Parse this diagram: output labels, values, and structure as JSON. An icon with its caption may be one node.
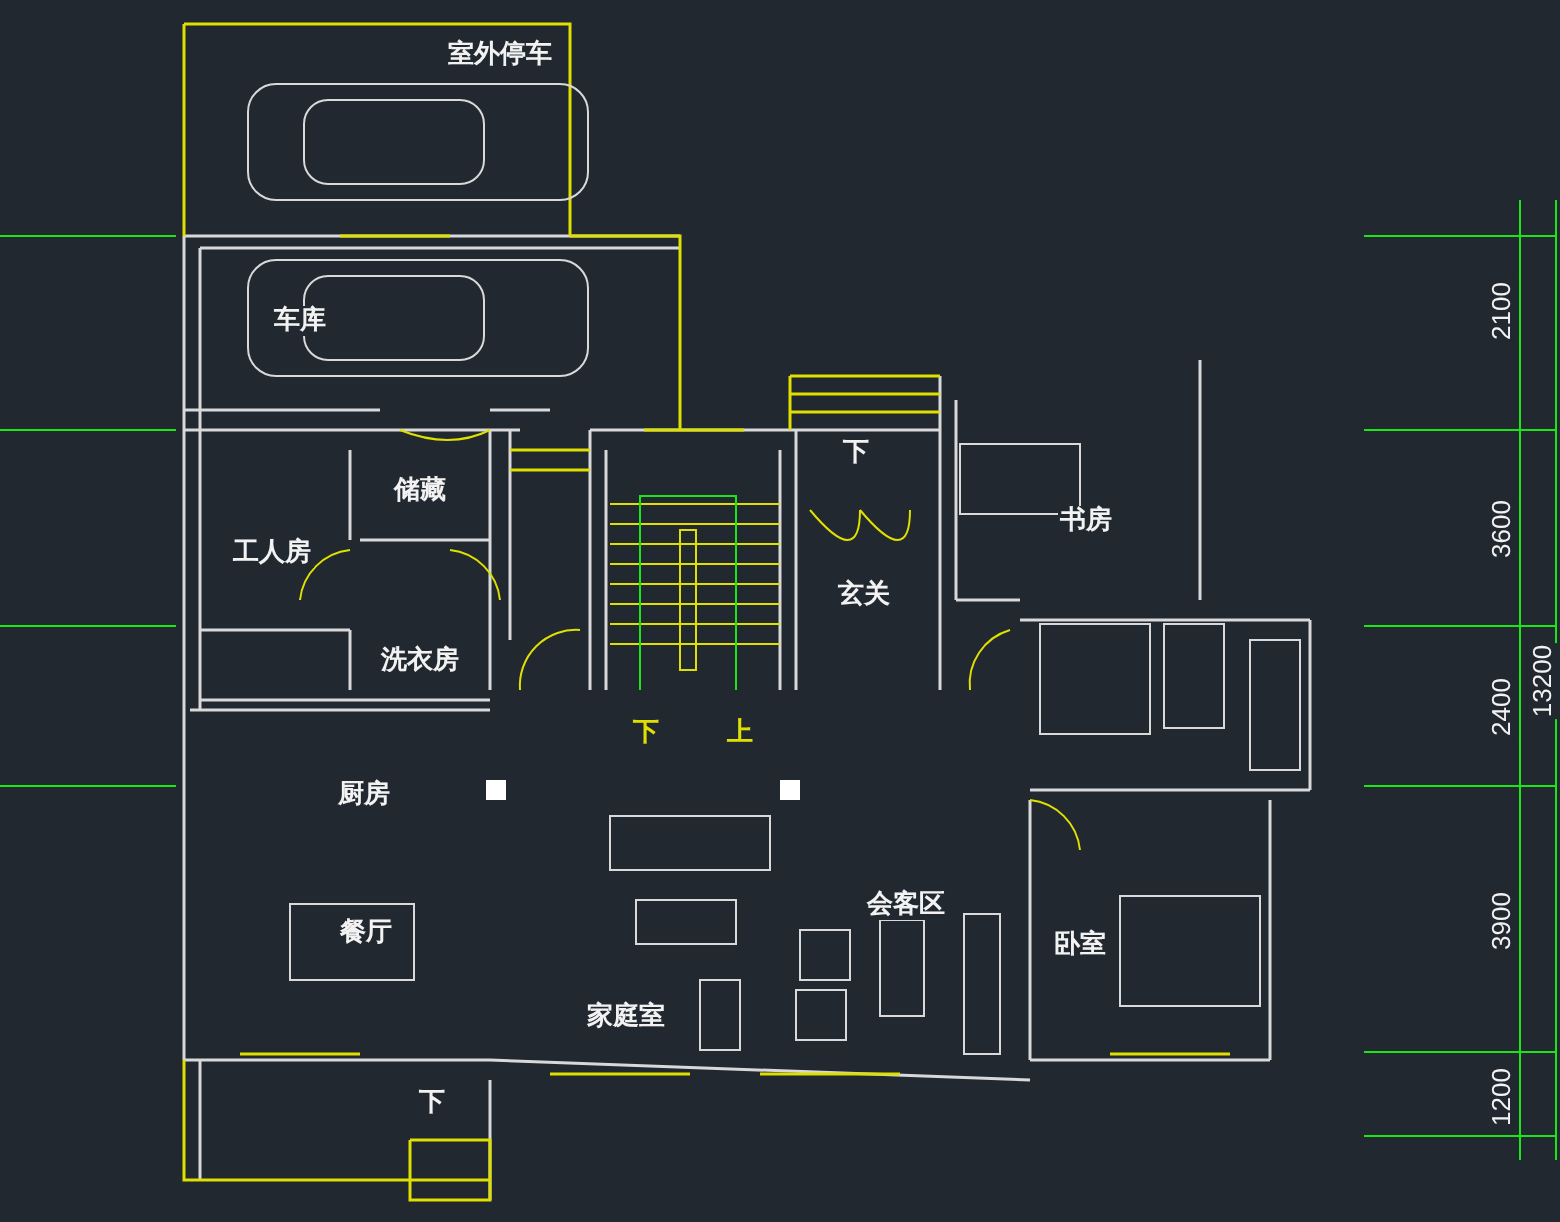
{
  "diagram": {
    "labels": [
      "室外停车",
      "车库",
      "2100",
      "下",
      "储藏",
      "书房",
      "3600",
      "工人房",
      "玄关",
      "洗衣房",
      "13200",
      "2400",
      "下",
      "上",
      "厨房",
      "会客区",
      "3900",
      "餐厅",
      "卧室",
      "家庭室",
      "1200",
      "下"
    ]
  }
}
